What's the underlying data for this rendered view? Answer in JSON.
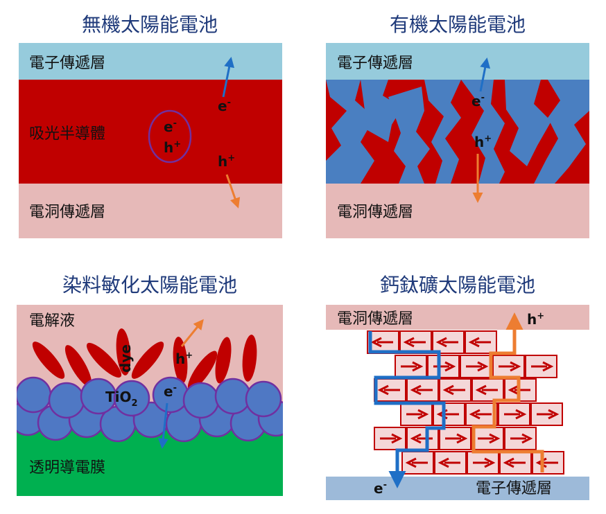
{
  "panels": {
    "inorganic": {
      "title": "無機太陽能電池",
      "etl": "電子傳遞層",
      "absorber": "吸光半導體",
      "htl": "電洞傳遞層"
    },
    "organic": {
      "title": "有機太陽能電池",
      "etl": "電子傳遞層",
      "htl": "電洞傳遞層"
    },
    "dye": {
      "title": "染料敏化太陽能電池",
      "electrolyte": "電解液",
      "dye_label": "dye",
      "tio2_base": "TiO",
      "tio2_sub": "2",
      "tco": "透明導電膜"
    },
    "perovskite": {
      "title": "鈣鈦礦太陽能電池",
      "htl": "電洞傳遞層",
      "etl": "電子傳遞層"
    }
  },
  "carriers": {
    "electron": "e",
    "hole": "h",
    "minus": "-",
    "plus": "+"
  },
  "colors": {
    "title": "#1f3a7a",
    "etl_light": "#96cbdc",
    "etl_perovskite": "#9dbad9",
    "absorber_red": "#c00000",
    "htl_pink": "#e6b9b8",
    "organic_blue": "#4a7fc1",
    "tco_green": "#00b050",
    "tio2_fill": "#4f78c4",
    "tio2_outline": "#7030a0",
    "electron_arrow": "#1f6fc6",
    "hole_arrow": "#ed7d31"
  }
}
